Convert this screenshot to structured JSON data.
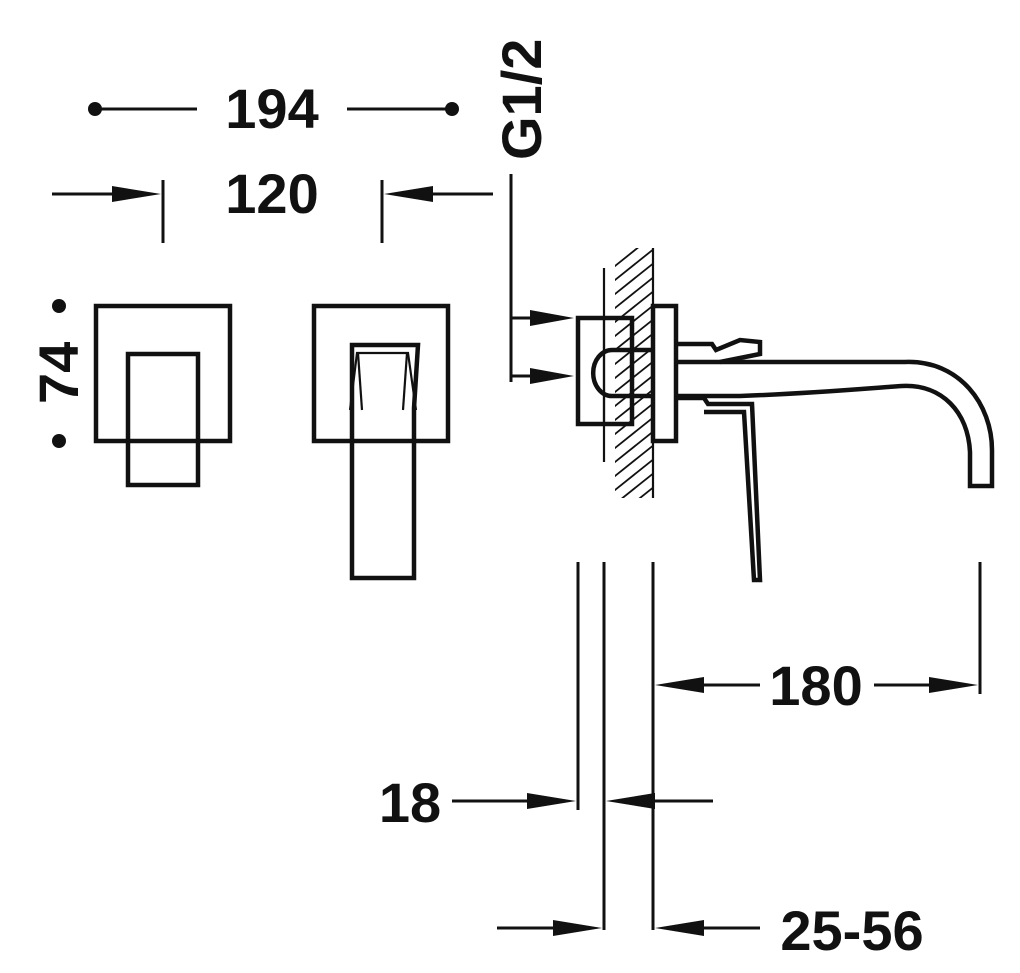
{
  "dimensions": {
    "width_total": "194",
    "spacing": "120",
    "thread": "G1/2",
    "height": "74",
    "spout_length": "180",
    "plate_thickness": "18",
    "wall_depth_range": "25-56"
  },
  "colors": {
    "line": "#111111",
    "background": "#ffffff"
  }
}
